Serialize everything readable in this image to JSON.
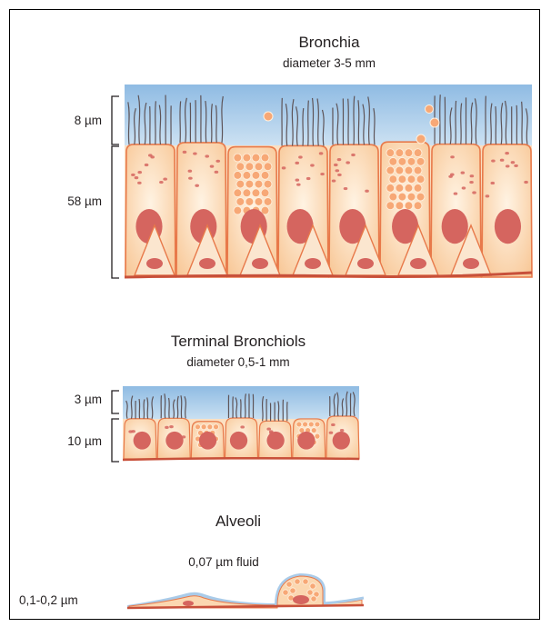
{
  "sections": {
    "bronchia": {
      "title": "Bronchia",
      "subtitle": "diameter 3-5 mm",
      "mucus_thickness": "8 µm",
      "epithelium_thickness": "58 µm"
    },
    "terminal_bronchiols": {
      "title": "Terminal Bronchiols",
      "subtitle": "diameter 0,5-1 mm",
      "mucus_thickness": "3 µm",
      "epithelium_thickness": "10 µm"
    },
    "alveoli": {
      "title": "Alveoli",
      "fluid_label": "0,07 µm fluid",
      "thickness": "0,1-0,2 µm"
    }
  },
  "colors": {
    "mucus": "#a9cbe9",
    "cilia": "#5e5458",
    "cell_fill": "#fbd7b0",
    "cell_outline": "#e8794a",
    "nucleus": "#d5655f",
    "granule": "#f7a876",
    "basement": "#c8503a"
  }
}
